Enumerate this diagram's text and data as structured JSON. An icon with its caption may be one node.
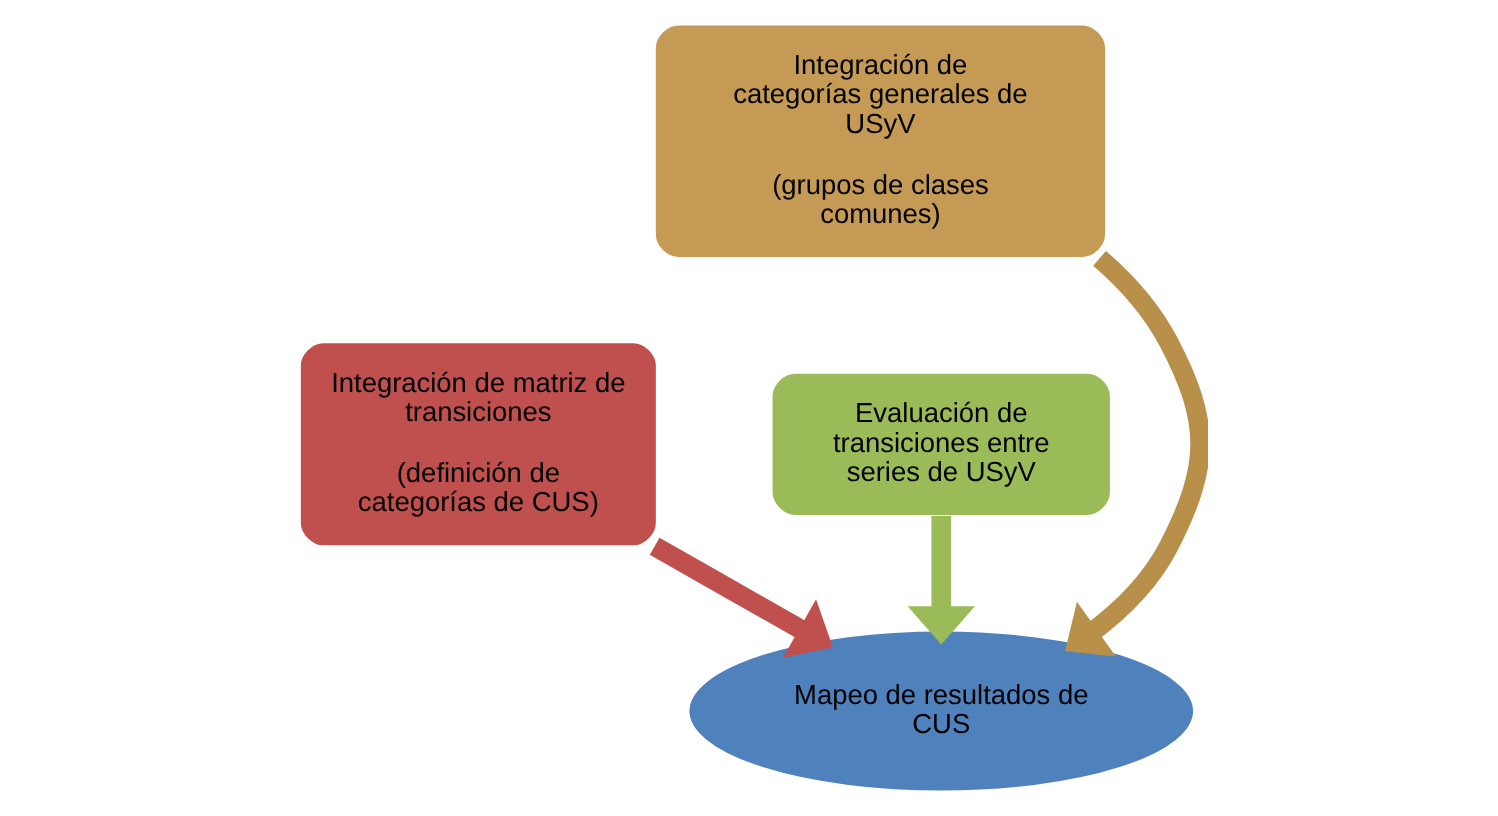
{
  "diagram": {
    "nodes": [
      {
        "text": [
          "Integración de categorías generales de USyV",
          "(grupos de clases comunes)"
        ]
      },
      {
        "text": [
          "Integración de matriz de transiciones",
          "(definición de categorías de CUS)"
        ]
      },
      {
        "text": [
          "Evaluación de transiciones entre series de USyV"
        ]
      },
      {
        "text": [
          "Mapeo de resultados de CUS"
        ]
      }
    ],
    "edges": [
      {
        "from": 0,
        "to": 3,
        "arrow": "to",
        "color": "#b8904a"
      },
      {
        "from": 1,
        "to": 3,
        "arrow": "to",
        "color": "#c0504d"
      },
      {
        "from": 2,
        "to": 3,
        "arrow": "to",
        "color": "#9bbb59"
      }
    ]
  }
}
